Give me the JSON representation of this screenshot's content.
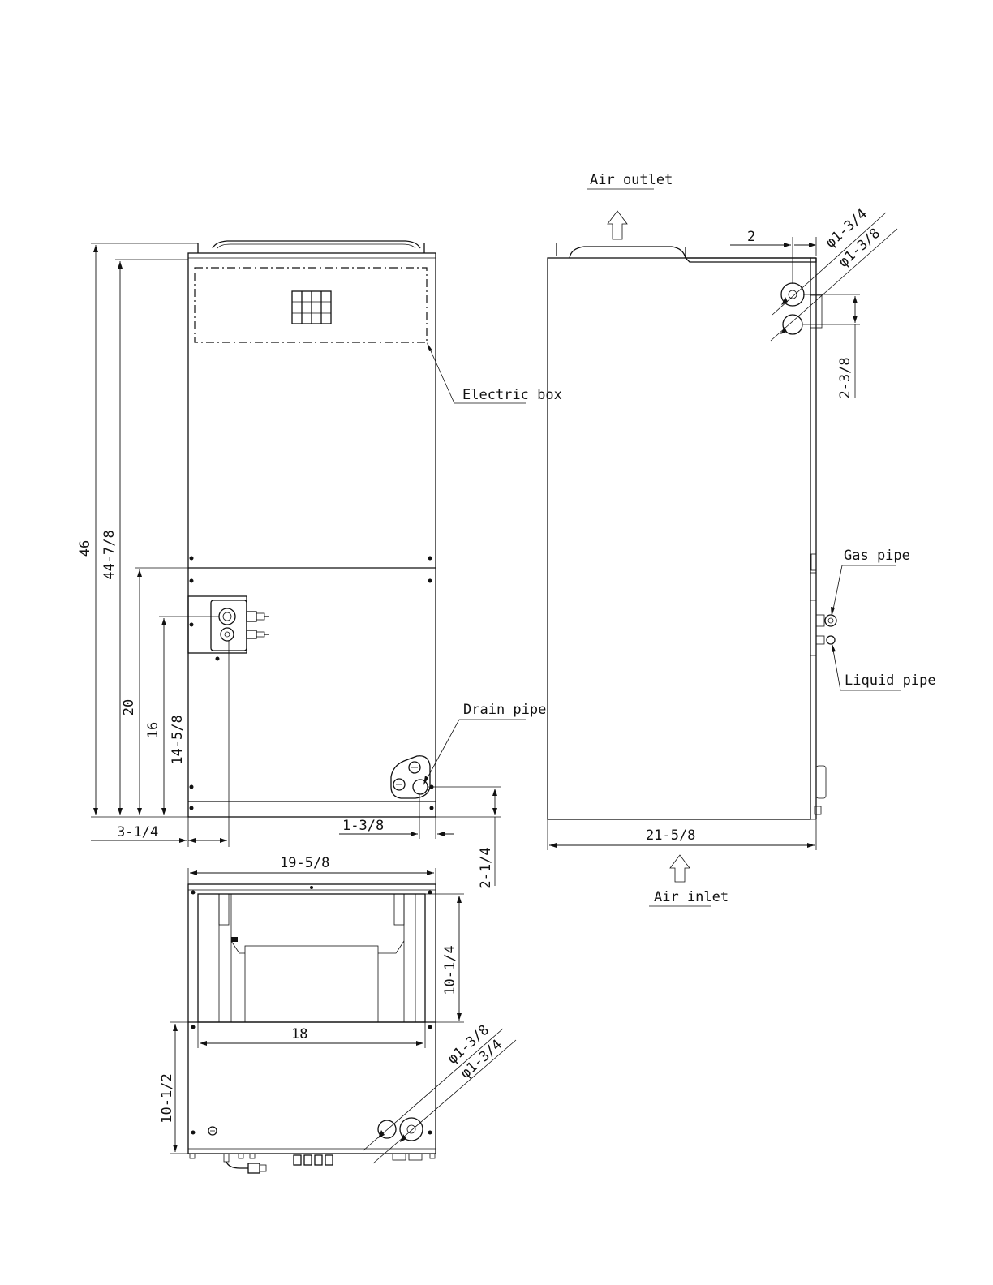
{
  "labels": {
    "air_outlet": "Air outlet",
    "air_inlet": "Air inlet",
    "electric_box": "Electric box",
    "drain_pipe": "Drain pipe",
    "gas_pipe": "Gas pipe",
    "liquid_pipe": "Liquid pipe"
  },
  "front_view": {
    "height_total": "46",
    "height_body": "44-7/8",
    "height_lower": "20",
    "height_gas": "16",
    "height_liquid": "14-5/8",
    "offset_left": "3-1/4",
    "offset_drain": "1-3/8",
    "drain_height": "2-1/4"
  },
  "side_view": {
    "depth": "21-5/8",
    "pipe_offset": "2",
    "pipe_spacing": "2-3/8",
    "hole_large": "φ1-3/4",
    "hole_small": "φ1-3/8"
  },
  "bottom_view": {
    "width": "19-5/8",
    "inner_width": "18",
    "opening_depth": "10-1/4",
    "rear_depth": "10-1/2",
    "hole_small": "φ1-3/8",
    "hole_large": "φ1-3/4"
  }
}
